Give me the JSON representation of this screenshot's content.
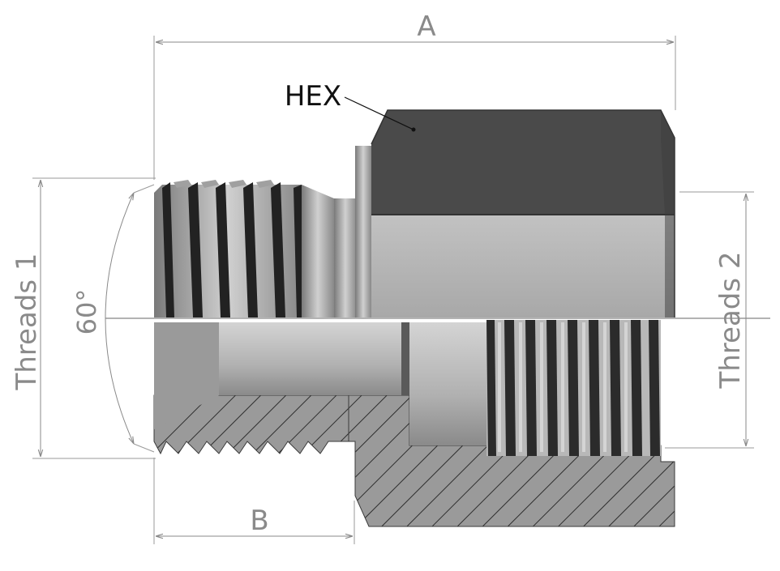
{
  "labels": {
    "dim_a": "A",
    "dim_b": "B",
    "hex": "HEX",
    "threads_1": "Threads 1",
    "threads_2": "Threads 2",
    "angle": "60°"
  },
  "colors": {
    "dimension_line": "#8a8a8a",
    "metal_light": "#c4c4c4",
    "metal_mid": "#9e9e9e",
    "metal_dark": "#5a5a5a",
    "hex_face": "#4b4b4b",
    "section_hatch": "#333333"
  }
}
